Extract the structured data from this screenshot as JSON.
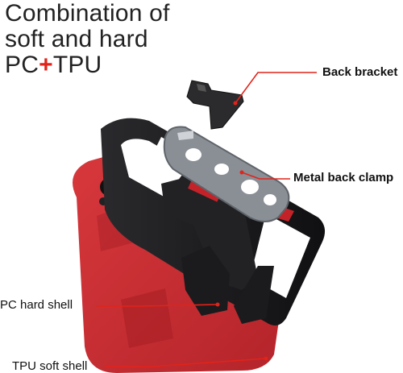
{
  "headline": {
    "line1": "Combination of",
    "line2": "soft and hard",
    "line3_pc": "PC",
    "line3_plus": "+",
    "line3_tpu": "TPU"
  },
  "callouts": {
    "back_bracket": "Back bracket",
    "metal_back_clamp": "Metal back clamp",
    "pc_hard_shell": "PC hard shell",
    "tpu_soft_shell": "TPU soft shell"
  },
  "colors": {
    "accent_red": "#e2231a",
    "case_red": "#c92a2f",
    "case_black": "#1c1c1e",
    "clamp_gray": "#8a8f96"
  }
}
